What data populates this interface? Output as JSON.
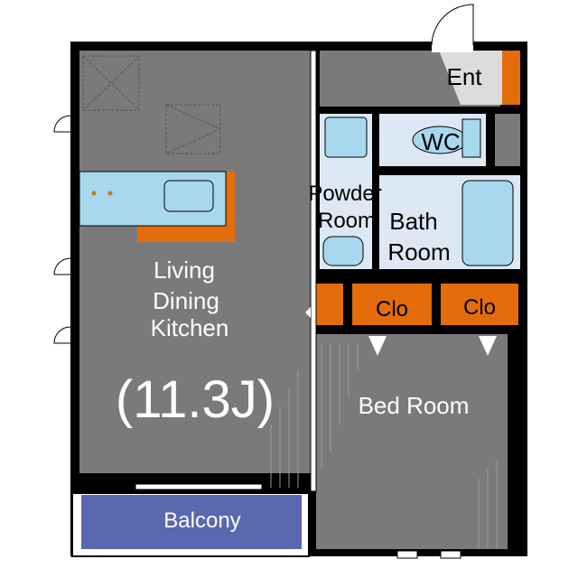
{
  "rooms": {
    "ldk_line1": "Living",
    "ldk_line2": "Dining",
    "ldk_line3": "Kitchen",
    "ldk_size": "(11.3J)",
    "bedroom": "Bed Room",
    "balcony": "Balcony",
    "entrance": "Ent",
    "wc": "WC",
    "powder_line1": "Powder",
    "powder_line2": "Room",
    "bath_line1": "Bath",
    "bath_line2": "Room",
    "closet_1": "Clo",
    "closet_2": "Clo"
  },
  "colors": {
    "wall": "#000000",
    "floor": "#7a7a7a",
    "wet_area": "#dce9f5",
    "fixture": "#a8d8ee",
    "storage": "#e46c0a",
    "balcony": "#5a68b0",
    "entrance_floor": "#dcdcdc"
  }
}
